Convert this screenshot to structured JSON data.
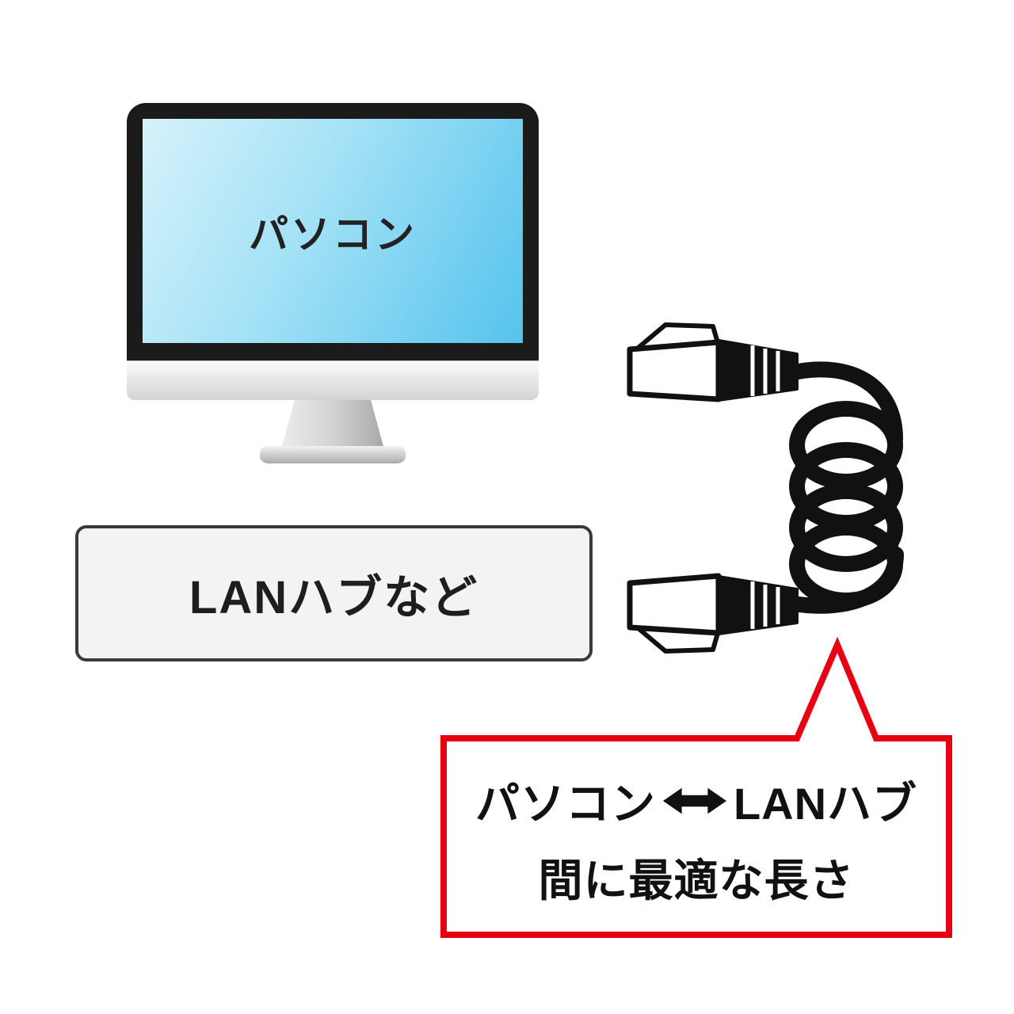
{
  "monitor": {
    "label": "パソコン"
  },
  "hub": {
    "label": "LANハブなど"
  },
  "cable": {
    "icon": "coiled-lan-cable",
    "connector_top_icon": "rj45-plug",
    "connector_bottom_icon": "rj45-plug",
    "color": "#111111"
  },
  "callout": {
    "line1_left": "パソコン",
    "arrow_icon": "left-right-arrow",
    "line1_right": "LANハブ",
    "line2": "間に最適な長さ",
    "border_color": "#e60012",
    "fill_color": "#ffffff"
  },
  "colors": {
    "screen_gradient_top": "#d6f2fb",
    "screen_gradient_bottom": "#55c3ed",
    "monitor_frame": "#1b1b1b",
    "hub_fill": "#f3f3f3",
    "hub_border": "#3a3a3a",
    "callout_red": "#e60012",
    "text": "#111111"
  }
}
